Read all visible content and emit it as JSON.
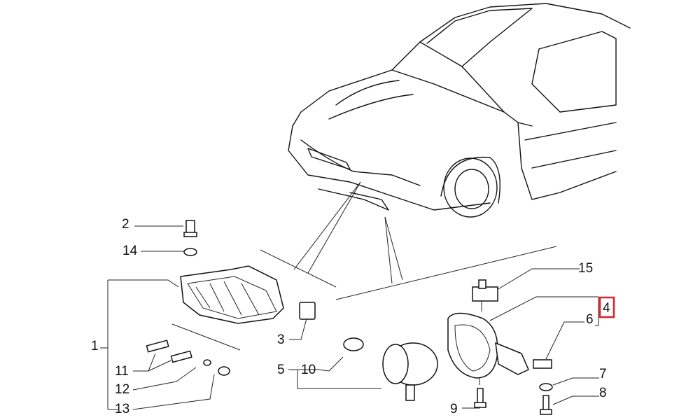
{
  "diagram": {
    "callouts": {
      "c1": "1",
      "c2": "2",
      "c3": "3",
      "c4": "4",
      "c5": "5",
      "c6": "6",
      "c7": "7",
      "c8": "8",
      "c9": "9",
      "c10": "10",
      "c11": "11",
      "c12": "12",
      "c13": "13",
      "c14": "14",
      "c15": "15"
    },
    "highlight_color": "#e0202a",
    "highlighted_callout": "4"
  }
}
